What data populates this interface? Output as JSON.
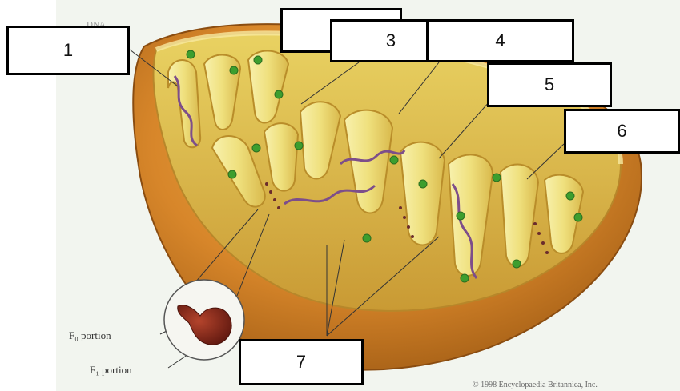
{
  "diagram": {
    "labels": {
      "l1": "1",
      "l2": "",
      "l3": "3",
      "l4": "4",
      "l5": "5",
      "l6": "6",
      "l7": "7"
    },
    "inset": {
      "f0_label": "F₀ portion",
      "f1_label": "F₁ portion"
    },
    "credit": "© 1998 Encyclopaedia Britannica, Inc.",
    "corner_text": "DNA",
    "colors": {
      "outer_membrane": "#c7781f",
      "matrix": "#efe07a",
      "cristae": "#f6eea0",
      "dna": "#7d4e8a",
      "ribosome": "#3d9e2e",
      "atp_synthase": "#6b2c2c",
      "inset_particle": "#7a2418",
      "background": "#f1f4ee"
    }
  }
}
